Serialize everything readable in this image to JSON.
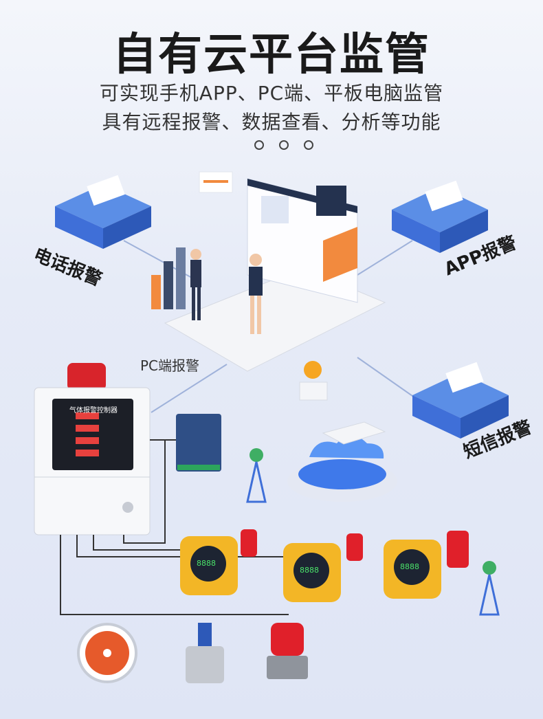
{
  "header": {
    "title": "自有云平台监管",
    "subtitle_line1": "可实现手机APP、PC端、平板电脑监管",
    "subtitle_line2": "具有远程报警、数据查看、分析等功能"
  },
  "labels": {
    "phone_alarm": "电话报警",
    "app_alarm": "APP报警",
    "sms_alarm": "短信报警",
    "pc_alarm": "PC端报警"
  },
  "controller": {
    "panel_title": "气体报警控制器"
  },
  "detectors": {
    "display_value": "8888"
  },
  "colors": {
    "accent_blue": "#3f6fd8",
    "alarm_red": "#e0202a",
    "detector_yellow": "#f3b626",
    "line_gray": "#333333"
  }
}
